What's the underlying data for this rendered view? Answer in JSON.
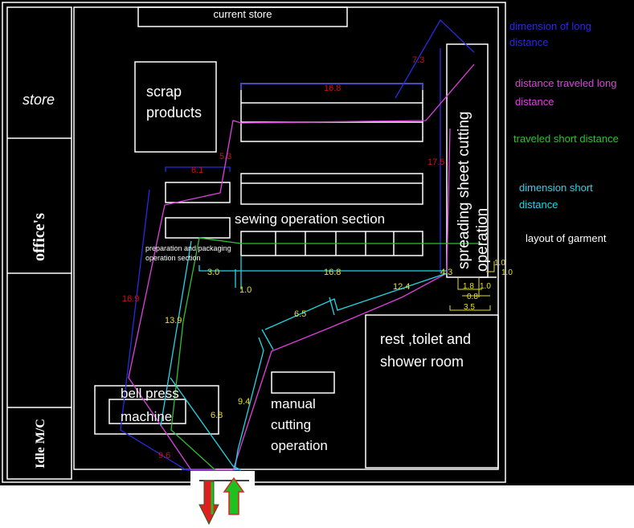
{
  "areas": {
    "store_left": "store",
    "offices": "office's",
    "idle_mc": "Idle M/C",
    "current_store": "current store",
    "scrap_line1": "scrap",
    "scrap_line2": "products",
    "sewing": "sewing operation section",
    "prep_line1": "preparation and packaging",
    "prep_line2": "operation section",
    "spreading_line1": "spreading sheet cutting",
    "spreading_line2": "operation",
    "rest_line1": "rest ,toilet and",
    "rest_line2": "shower room",
    "bell_line1": "bell press",
    "bell_line2": "machine",
    "manual_line1": "manual",
    "manual_line2": "cutting",
    "manual_line3": "operation"
  },
  "legend": {
    "long_dim_line1": "dimension of long",
    "long_dim_line2": "distance",
    "long_trav_line1": "distance traveled long",
    "long_trav_line2": "distance",
    "short_trav": "traveled short distance",
    "short_dim_line1": "dimension short",
    "short_dim_line2": "distance",
    "title": "layout of garment"
  },
  "dimensions": {
    "d7_3": "7.3",
    "d16_8_top": "16.8",
    "d5_3": "5.3",
    "d6_1": "6.1",
    "d17_5": "17.5",
    "d16_9": "16.9",
    "d9_6": "9.6",
    "d3_0": "3.0",
    "d16_8_bottom": "16.8",
    "d4_3": "4.3",
    "d1_0_a": "1.0",
    "d12_4": "12.4",
    "d6_5": "6.5",
    "d13_9": "13.9",
    "d9_4": "9.4",
    "d6_8": "6.8",
    "d1_8": "1.8",
    "d1_0_b": "1.0",
    "d0_8": "0.8",
    "d3_5": "3.5",
    "d1_0_c": "1.0",
    "d1_0_d": "1.0"
  },
  "colors": {
    "background": "#000000",
    "walls": "#ffffff",
    "long_dimension": "#2a2ae0",
    "long_travel": "#e040e0",
    "short_travel": "#30c030",
    "short_dimension": "#20d8e8",
    "dim_red": "#cc1111",
    "dim_yellow": "#e8e020",
    "arrow_red": "#e02020",
    "arrow_green": "#20c020"
  }
}
